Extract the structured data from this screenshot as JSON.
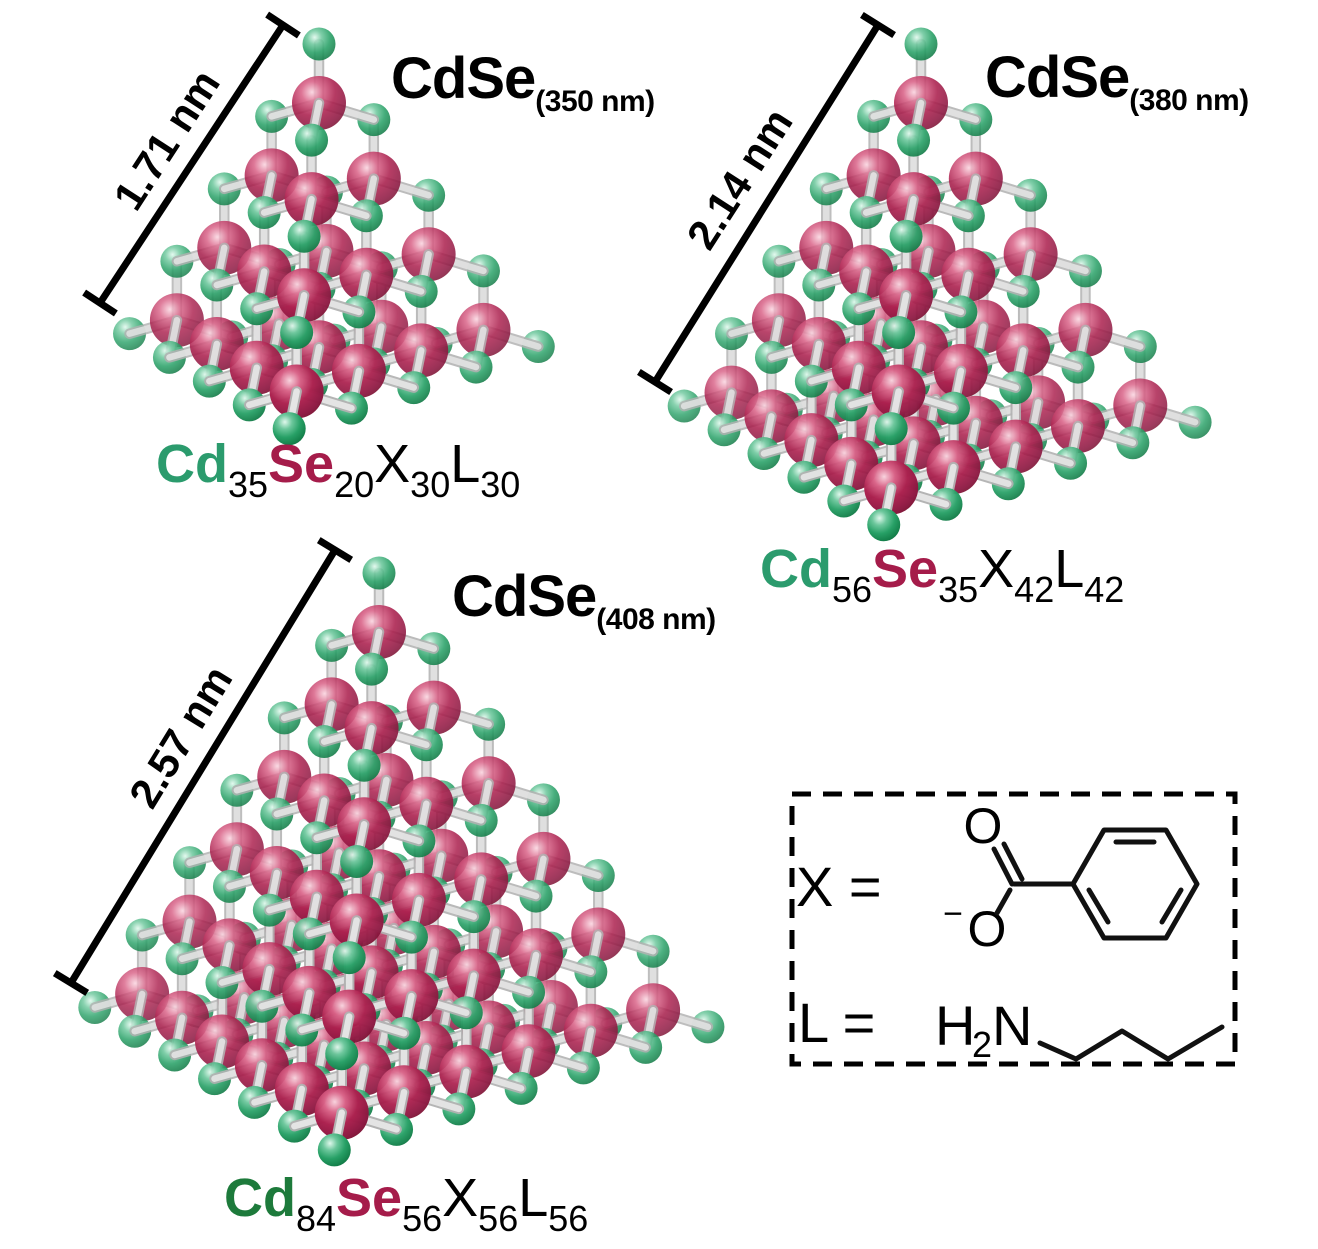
{
  "clusters": [
    {
      "name": "CdSe 350 nm cluster",
      "title_main": "CdSe",
      "title_sub": "(350 nm)",
      "size_label": "1.71 nm",
      "cd_count": 35,
      "se_count": 20,
      "formula": [
        {
          "text": "Cd",
          "role": "cd"
        },
        {
          "text": "35",
          "role": "sub"
        },
        {
          "text": "Se",
          "role": "se"
        },
        {
          "text": "20",
          "role": "sub"
        },
        {
          "text": "X",
          "role": "el"
        },
        {
          "text": "30",
          "role": "sub"
        },
        {
          "text": "L",
          "role": "el"
        },
        {
          "text": "30",
          "role": "sub"
        }
      ],
      "cd_text_color": "#2b9b6d",
      "se_text_color": "#a51c4a"
    },
    {
      "name": "CdSe 380 nm cluster",
      "title_main": "CdSe",
      "title_sub": "(380 nm)",
      "size_label": "2.14 nm",
      "cd_count": 56,
      "se_count": 35,
      "formula": [
        {
          "text": "Cd",
          "role": "cd"
        },
        {
          "text": "56",
          "role": "sub"
        },
        {
          "text": "Se",
          "role": "se"
        },
        {
          "text": "35",
          "role": "sub"
        },
        {
          "text": "X",
          "role": "el"
        },
        {
          "text": "42",
          "role": "sub"
        },
        {
          "text": "L",
          "role": "el"
        },
        {
          "text": "42",
          "role": "sub"
        }
      ],
      "cd_text_color": "#2b9b6d",
      "se_text_color": "#a51c4a"
    },
    {
      "name": "CdSe 408 nm cluster",
      "title_main": "CdSe",
      "title_sub": "(408 nm)",
      "size_label": "2.57 nm",
      "cd_count": 84,
      "se_count": 56,
      "formula": [
        {
          "text": "Cd",
          "role": "cd"
        },
        {
          "text": "84",
          "role": "sub"
        },
        {
          "text": "Se",
          "role": "se"
        },
        {
          "text": "56",
          "role": "sub"
        },
        {
          "text": "X",
          "role": "el"
        },
        {
          "text": "56",
          "role": "sub"
        },
        {
          "text": "L",
          "role": "el"
        },
        {
          "text": "56",
          "role": "sub"
        }
      ],
      "cd_text_color": "#1d7a3b",
      "se_text_color": "#a51c4a"
    }
  ],
  "legend": {
    "x_label": "X =",
    "l_label": "L =",
    "carbonyl_o": "O",
    "carboxylate_o": "O",
    "charge": "−",
    "amine_h": "H",
    "amine_sub": "2",
    "amine_n": "N",
    "x_structure": "benzoate",
    "l_structure": "butylamine"
  },
  "colors": {
    "cd_atom": "#27a066",
    "se_atom": "#a81c48",
    "bond": "#e0e0e0",
    "annotation": "#000000"
  }
}
